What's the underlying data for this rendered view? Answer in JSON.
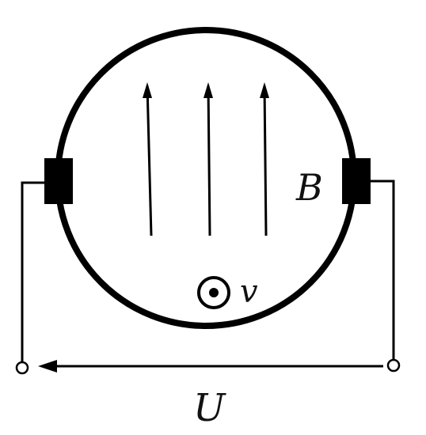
{
  "labels": {
    "field": "B",
    "velocity": "v",
    "voltage": "U"
  },
  "colors": {
    "stroke": "#000000",
    "background": "#ffffff"
  },
  "icons": {
    "field_arrows": "arrow-up-icon",
    "velocity_symbol": "dot-in-circle-icon",
    "voltage_arrow": "arrow-left-icon",
    "terminals": "open-circle-icon"
  }
}
